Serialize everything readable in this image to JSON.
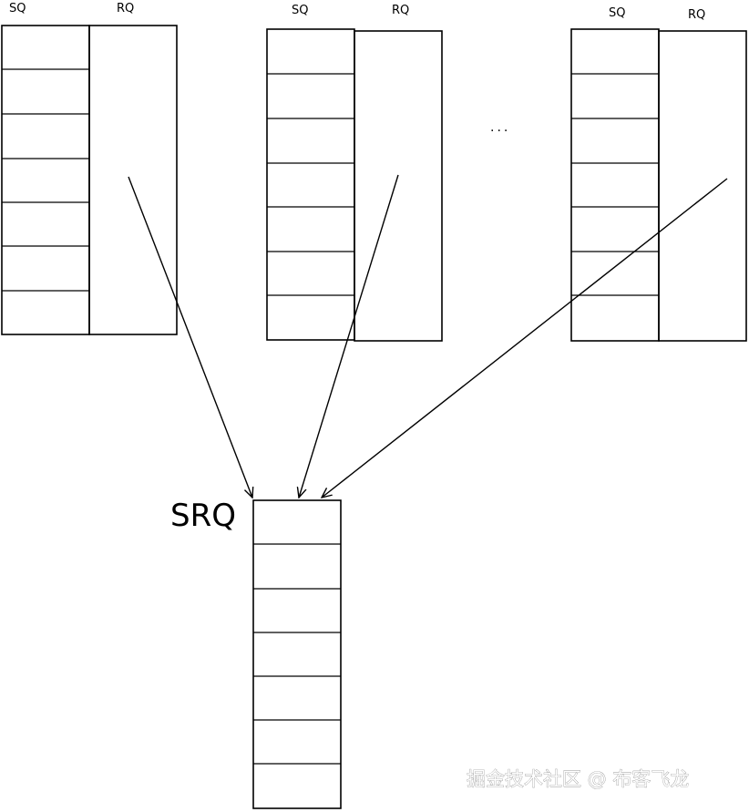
{
  "queue_pairs": [
    {
      "sq_label": "SQ",
      "rq_label": "RQ"
    },
    {
      "sq_label": "SQ",
      "rq_label": "RQ"
    },
    {
      "sq_label": "SQ",
      "rq_label": "RQ"
    }
  ],
  "ellipsis": "...",
  "srq_label": "SRQ",
  "watermark": "掘金技术社区 @ 布客飞龙"
}
